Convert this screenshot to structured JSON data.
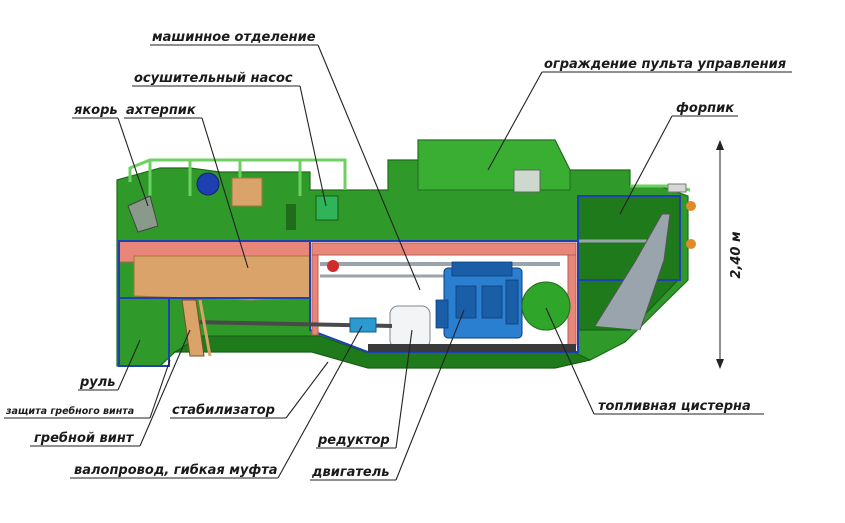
{
  "labels": {
    "engine_room": "машинное отделение",
    "bilge_pump": "осушительный насос",
    "control_console_guard": "ограждение пульта управления",
    "anchor": "якорь",
    "afterpeak": "ахтерпик",
    "forepeak": "форпик",
    "rudder": "руль",
    "propeller_guard": "защита гребного винта",
    "propeller": "гребной винт",
    "stabilizer": "стабилизатор",
    "shaft_coupling": "валопровод, гибкая муфта",
    "gearbox": "редуктор",
    "engine": "двигатель",
    "fuel_tank": "топливная цистерна"
  },
  "dimension": {
    "height_label": "2,40 м"
  },
  "colors": {
    "hull": "#2f9a2a",
    "compartment_outline": "#1f3fb4",
    "tank_pink": "#e8867a",
    "engine_blue": "#2a7fd0"
  }
}
